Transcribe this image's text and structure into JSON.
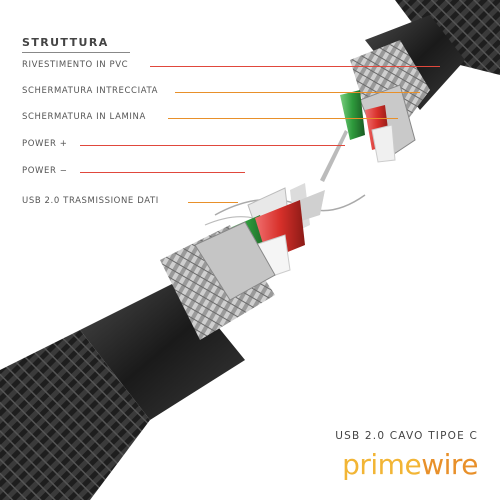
{
  "legend": {
    "title": "STRUTTURA",
    "items": [
      {
        "label": "RIVESTIMENTO IN PVC",
        "color": "#e0483c"
      },
      {
        "label": "SCHERMATURA INTRECCIATA",
        "color": "#e8902a"
      },
      {
        "label": "SCHERMATURA IN LAMINA",
        "color": "#e8902a"
      },
      {
        "label": "POWER +",
        "color": "#e0483c"
      },
      {
        "label": "POWER −",
        "color": "#e0483c"
      },
      {
        "label": "USB 2.0 TRASMISSIONE DATI",
        "color": "#e8902a"
      }
    ]
  },
  "product": {
    "name": "USB 2.0 CAVO TIPOE C"
  },
  "brand": {
    "part1": "prime",
    "part2": "wire"
  },
  "colors": {
    "wire_red": "#d8302a",
    "wire_green": "#2e9a3c",
    "braid": "#2a2a2a",
    "foil": "#b8b8b8"
  }
}
